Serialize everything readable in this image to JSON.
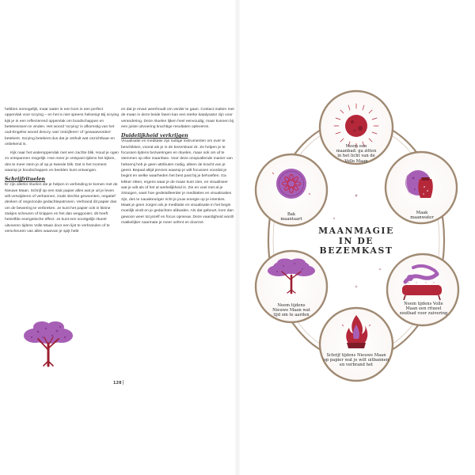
{
  "left_page": {
    "folio": "120",
    "column_1": {
      "p1": "hebben onmogelijk, maar water in een kom is een perfect oppervlak voor scrying – en het is niet opeens helsenig! Bij scrying kijk je in een reflecterend oppervlak om boodschappen en betekenissen te vinden. Het woord 'scrying' is afkomstig van het oud-Engelse woord descry, wat 'ontcijferen' of 'gewaarworden' betekent. Scrying betekent dus dat je onthult wat onzichtbaar en onbekend is.",
      "p2": "Kijk naar het wateroppervlak met een zachte blik. Houd je ogen zo ontspannen mogelijk. Hoe meer je ontspant tijdens het kijken, des te meer stem je af op je tweede blik. Dat is het moment waarop je boodschappen en beelden kunt ontvangen.",
      "heading": "Schrijfrituelen",
      "p3": "Er zijn allerlei rituelen die je helpen in verbinding te komen met de Nieuwe Maan. Schrijf op een stuk papier alles wat je uit je leven wilt verwijderen of verbannen, zoals slechte gewoonten, negatief denken of ongezonde gedachtepatronen. Verbrand dit papier dan om de bewering te verbreken. Je kunt het papier ook in kleine stukjes scheuren of knippen en het dan weggooien; dit heeft hetzelfde energetische effect. Je kunt een soortgelijk ritueel uitvoeren tijdens Volle Maan door een lijst te verbranden of te verscheuren van alles waarvan je spijt hebt"
    },
    "column_2": {
      "p1": "en dat je ervan weerhoudt om verder te gaan. Contact maken met de maan in deze beide fasen kan een sterke katalysator zijn voor verandering. Deze rituelen lijken heel eenvoudig, maar kunnen bij een juiste uitvoering krachtige resultaten opleveren.",
      "heading": "Duidelijkheid verkrijgen",
      "p2": "Visualisatie en meditatie zijn nuttige instrumenten om over te beschikken, vooral als je in de bezemkast zit. Ze helpen je te focussen tijdens bezweringen en rituelen, maar ook om af te stemmen op elke maanfase. Voor deze onopvallende manier van heksenij heb je geen attributen nodig, alleen de kracht van je geest. Bepaal altijd precies waarop je wilt focussen voordat je begint en welke waarheden het best past bij je behoeften. Ga lekker zitten, ergens waar je de maan kunt zien, en visualiseer wat je wilt als of het al werkelijkheid is. Zie en voel met al je zintuigen, want hoe gedetailleerder je meditaties en visualisaties zijn, des te nauwkeuriger richt je jouw energie op je intenties. Maak je geen zorgen als je meditatie en visualisatie in het begin moeilijk vindt en je gedachten afdwalen. Als dat gebeurt, kom dan gewoon weer tot jezelf en focus opnieuw. Deze vaardigheid wordt makkelijker naarmate je meer oefent en doorzet."
    }
  },
  "right_page": {
    "title": [
      "MAANMAGIE",
      "IN DE",
      "BEZEMKAST"
    ],
    "items": [
      {
        "caption": [
          "Neem een",
          "maanbad: ga zitten",
          "in het licht van de",
          "Volle Maan"
        ],
        "icon": "full-moon-icon"
      },
      {
        "caption": [
          "Maak",
          "maanwater"
        ],
        "icon": "moon-water-icon"
      },
      {
        "caption": [
          "Neem tijdens Volle",
          "Maan een ritueel",
          "zoutbad voor zuivering"
        ],
        "icon": "salt-bath-icon"
      },
      {
        "caption": [
          "Schrijf tijdens Nieuwe Maan",
          "op papier wat je wilt uitbannen",
          "en verbrand het"
        ],
        "icon": "burning-paper-icon"
      },
      {
        "caption": [
          "Neem tijdens",
          "Nieuwe Maan wat",
          "tijd om te aarden"
        ],
        "icon": "tree-icon"
      },
      {
        "caption": [
          "Bak",
          "maantaart"
        ],
        "icon": "moon-cake-icon"
      }
    ]
  },
  "colors": {
    "purple": "#a75fb5",
    "dark_purple": "#8a3f95",
    "crimson": "#b5283a",
    "dark_red": "#7e1c2a",
    "ring": "#a08a73",
    "pale_ring": "#c9b6a4"
  }
}
